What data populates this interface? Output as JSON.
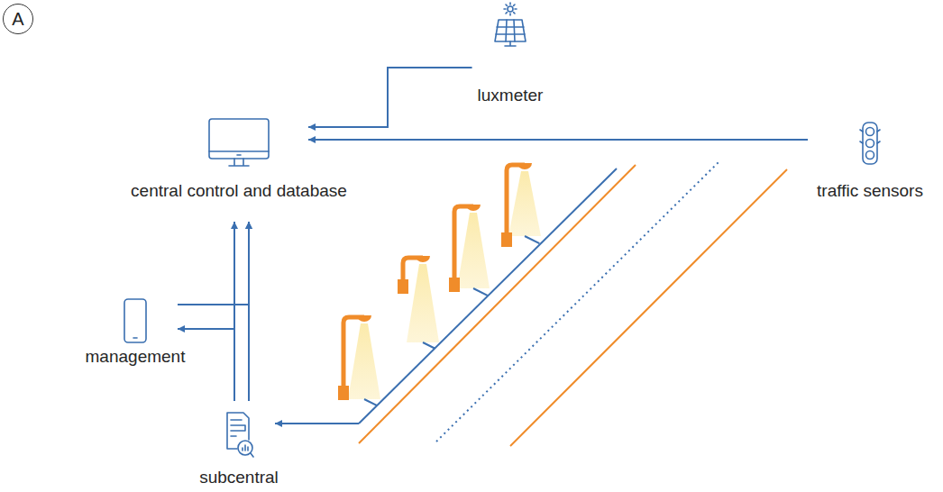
{
  "diagram": {
    "nodes": [
      {
        "text": [
          "A"
        ]
      },
      {
        "text": [
          "luxmeter"
        ]
      },
      {
        "text": [
          "central control and database"
        ]
      },
      {
        "text": [
          "traffic sensors"
        ]
      },
      {
        "text": [
          "management"
        ]
      },
      {
        "text": [
          "subcentral"
        ]
      }
    ],
    "edges": [
      {
        "from": 1,
        "to": 2,
        "arrow": "to"
      },
      {
        "from": 3,
        "to": 2,
        "arrow": "to"
      },
      {
        "from": 5,
        "to": 2,
        "arrow": "to"
      },
      {
        "from": 5,
        "to": 2,
        "arrow": "to"
      },
      {
        "from": 4,
        "to": 2,
        "arrow": "to"
      },
      {
        "from": 5,
        "to": 4,
        "arrow": "to"
      }
    ]
  }
}
